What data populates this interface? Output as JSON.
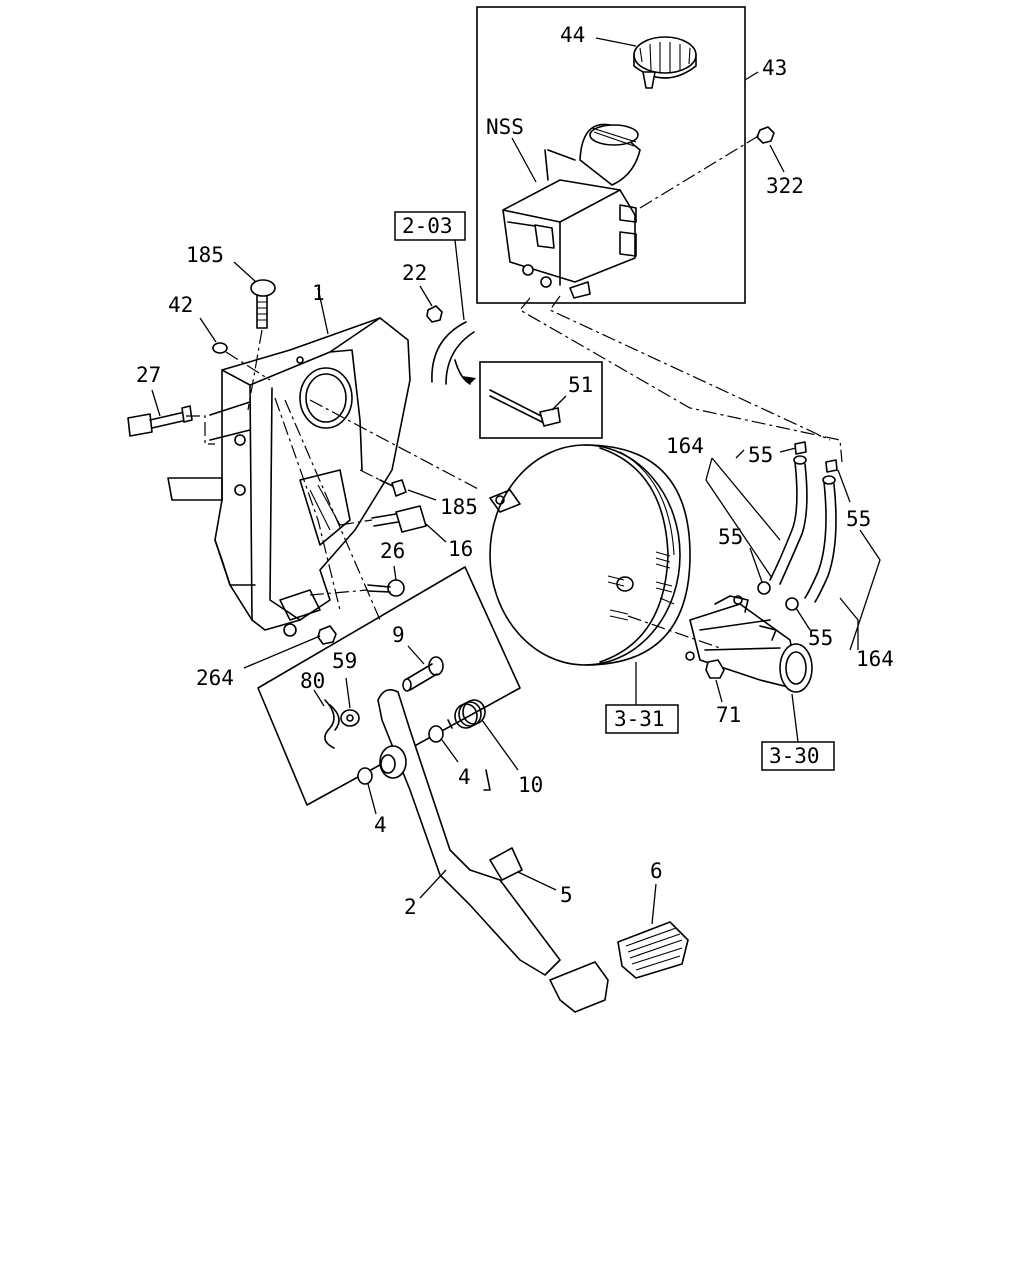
{
  "labels": {
    "c44": "44",
    "c43": "43",
    "nss": "NSS",
    "c322": "322",
    "ref_203": "2-03",
    "c185_top": "185",
    "c22": "22",
    "c1": "1",
    "c42": "42",
    "c27": "27",
    "c51": "51",
    "c164_top": "164",
    "c55_top": "55",
    "c55_right": "55",
    "c55_mid": "55",
    "c185_mid": "185",
    "c16": "16",
    "c26": "26",
    "c55_low": "55",
    "c164_low": "164",
    "c264": "264",
    "c9": "9",
    "c59": "59",
    "c80": "80",
    "ref_331": "3-31",
    "c71": "71",
    "ref_330": "3-30",
    "c4_mid": "4",
    "c10": "10",
    "c4_low": "4",
    "c5": "5",
    "c2": "2",
    "c6": "6"
  }
}
